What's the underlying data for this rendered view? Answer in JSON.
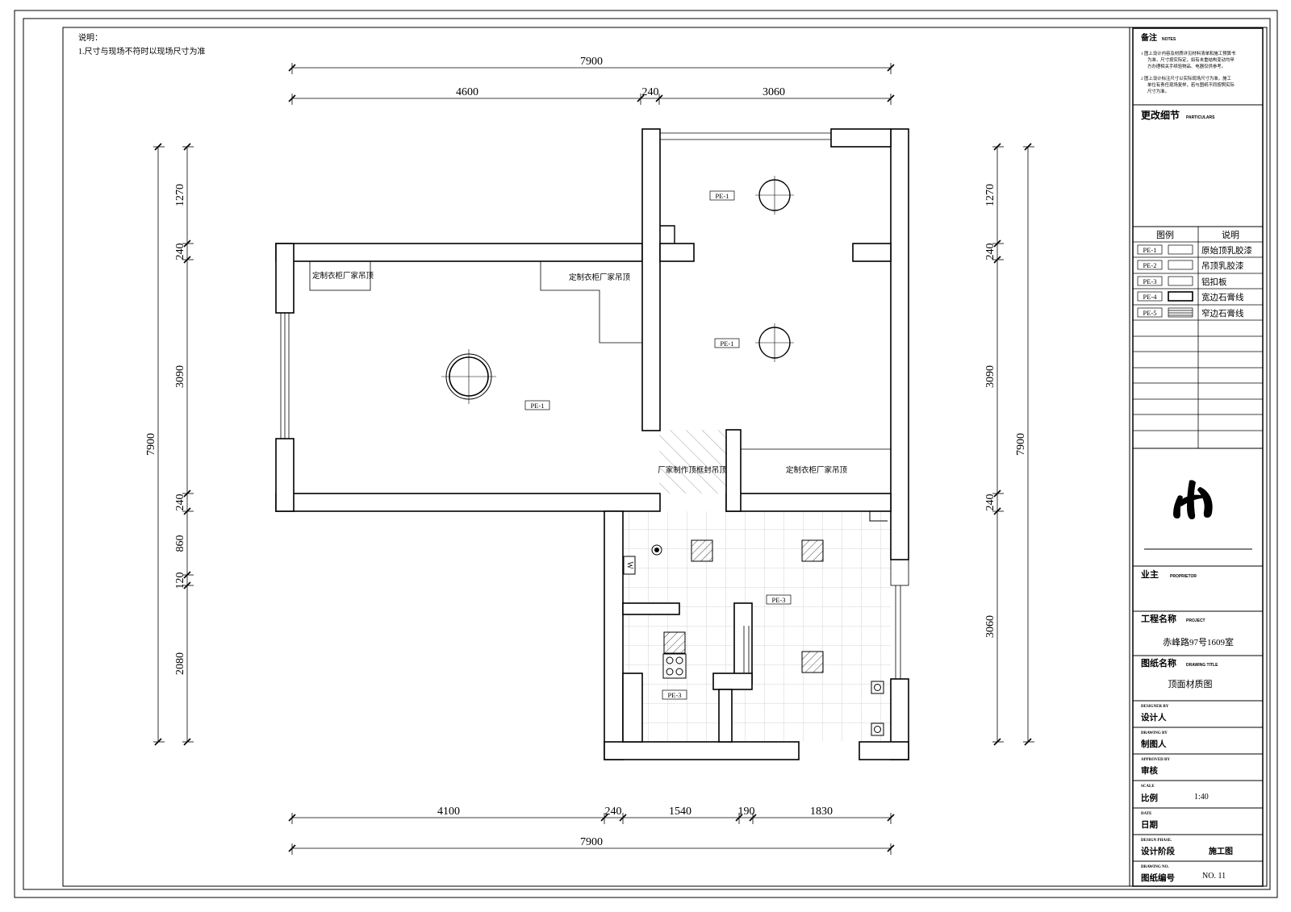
{
  "general_notes": {
    "heading": "说明：",
    "line1": "1.尺寸与现场不符时以现场尺寸为准"
  },
  "dimensions": {
    "top_total": "7900",
    "top_segments": [
      "4600",
      "240",
      "3060"
    ],
    "bottom_segments": [
      "4100",
      "240",
      "1540",
      "190",
      "1830"
    ],
    "bottom_total": "7900",
    "left_segments": [
      "1270",
      "240",
      "3090",
      "240",
      "860",
      "120",
      "2080"
    ],
    "left_total": "7900",
    "right_segments": [
      "1270",
      "240",
      "3090",
      "240",
      "3060"
    ],
    "right_total": "7900"
  },
  "plan_labels": {
    "pe1_top": "PE-1",
    "pe1_mid": "PE-1",
    "pe1_bed": "PE-1",
    "pe3_main": "PE-3",
    "pe3_kitchen": "PE-3",
    "wardrobe_1": "定制衣柜厂家吊顶",
    "wardrobe_2": "定制衣柜厂家吊顶",
    "wardrobe_3": "定制衣柜厂家吊顶",
    "cabinet_ceiling": "厂家制作顶框封吊顶",
    "washer_mark": "W"
  },
  "titleblock": {
    "notes_title": "备注",
    "notes_title_en": "NOTES",
    "note1_lines": [
      "1 图上设计内容及材质详见材料清单和施工预算书",
      "为准，尺寸按实际定，如有未重结构变动均甲",
      "方办理相关手续验物品、电器仅供参考。"
    ],
    "note2_lines": [
      "2 图上设计标注尺寸以实际现场尺寸为准，施工",
      "单位有责任现场复样，若与图纸不同按照实际",
      "尺寸为准。"
    ],
    "changes_title": "更改细节",
    "changes_title_en": "PARTICULARS",
    "legend_head_symbol": "图例",
    "legend_head_desc": "说明",
    "legend": [
      {
        "code": "PE-1",
        "desc": "原始顶乳胶漆"
      },
      {
        "code": "PE-2",
        "desc": "吊顶乳胶漆"
      },
      {
        "code": "PE-3",
        "desc": "铝扣板"
      },
      {
        "code": "PE-4",
        "desc": "宽边石膏线"
      },
      {
        "code": "PE-5",
        "desc": "窄边石膏线"
      }
    ],
    "proprietor_label": "业主",
    "proprietor_en": "PROPRIETOR",
    "project_label": "工程名称",
    "project_en": "PROJECT",
    "project_value": "赤峰路97号1609室",
    "drawing_title_label": "图纸名称",
    "drawing_title_en": "DRAWING TITLE",
    "drawing_title_value": "顶面材质图",
    "designer_en": "DESIGNER BY",
    "designer_label": "设计人",
    "drawn_en": "DRAWING BY",
    "drawn_label": "制图人",
    "approved_en": "APPROVED BY",
    "approved_label": "审核",
    "scale_en": "SCALE",
    "scale_label": "比例",
    "scale_value": "1:40",
    "date_en": "DATE",
    "date_label": "日期",
    "phase_en": "DESIGN PHASE.",
    "phase_label": "设计阶段",
    "phase_value": "施工图",
    "number_en": "DRAWING NO.",
    "number_label": "图纸编号",
    "number_value": "NO. 11"
  }
}
